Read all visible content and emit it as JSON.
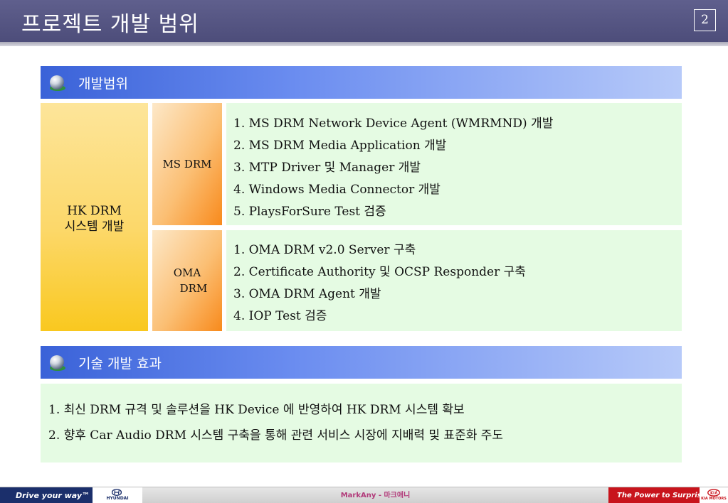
{
  "header": {
    "title": "프로젝트 개발 범위",
    "page_number": "2"
  },
  "section1": {
    "title": "개발범위",
    "system_label_line1": "HK DRM",
    "system_label_line2": "시스템 개발",
    "ms_drm": {
      "label": "MS DRM",
      "items": [
        "1. MS DRM Network Device Agent (WMRMND) 개발",
        "2. MS DRM Media Application 개발",
        "3. MTP Driver 및 Manager 개발",
        "4. Windows Media Connector 개발",
        "5. PlaysForSure Test 검증"
      ]
    },
    "oma_drm": {
      "label_line1": "OMA",
      "label_line2": "DRM",
      "items": [
        "1. OMA DRM v2.0 Server 구축",
        "2. Certificate Authority 및 OCSP Responder 구축",
        "3. OMA DRM Agent 개발",
        "4. IOP Test 검증"
      ]
    }
  },
  "section2": {
    "title": "기술 개발 효과",
    "items": [
      "1. 최신 DRM 규격 및 솔루션을 HK Device 에 반영하여 HK DRM 시스템 확보",
      "2. 향후 Car Audio DRM 시스템 구축을 통해 관련 서비스 시장에 지배력 및 표준화 주도"
    ]
  },
  "footer": {
    "left_slogan": "Drive your way™",
    "hyundai_logo": "HYUNDAI",
    "center_text": "MarkAny - 마크애니",
    "right_slogan": "The Power to Surprise™",
    "kia_logo": "KIA MOTORS"
  },
  "colors": {
    "header_bg": "#55557f",
    "section_bar": "#3a62d8",
    "list_bg": "#e5fbe3",
    "system_box": "#fcd86a",
    "sub_box": "#f88a1c"
  },
  "icons": {
    "section_bullet": "globe-icon"
  }
}
